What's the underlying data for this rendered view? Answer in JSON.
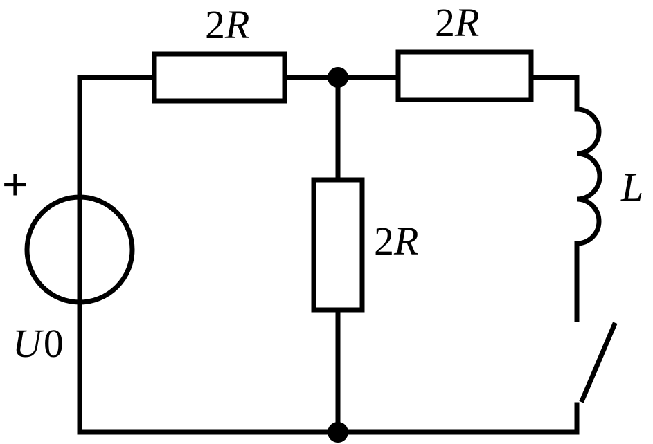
{
  "diagram": {
    "source": {
      "polarity": "+",
      "symbol": "U",
      "subscript": "0"
    },
    "resistors": [
      {
        "id": "top-left",
        "coefficient": "2",
        "symbol": "R"
      },
      {
        "id": "top-right",
        "coefficient": "2",
        "symbol": "R"
      },
      {
        "id": "middle",
        "coefficient": "2",
        "symbol": "R"
      }
    ],
    "inductor": {
      "symbol": "L"
    }
  }
}
